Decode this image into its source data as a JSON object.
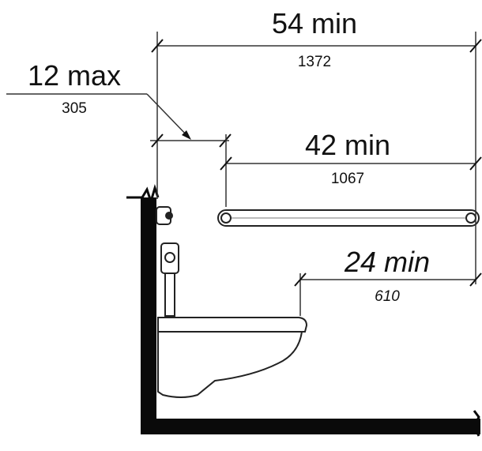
{
  "dimensions": {
    "overall_width": {
      "label": "54 min",
      "metric": "1372"
    },
    "wall_offset": {
      "label": "12 max",
      "metric": "305"
    },
    "grab_bar_length": {
      "label": "42 min",
      "metric": "1067"
    },
    "bar_extension": {
      "label": "24 min",
      "metric": "610"
    }
  },
  "colors": {
    "ink": "#111111",
    "wall": "#0a0a0a",
    "fixture_stroke": "#222222",
    "fixture_fill": "#ffffff",
    "dim_line": "#333333"
  }
}
